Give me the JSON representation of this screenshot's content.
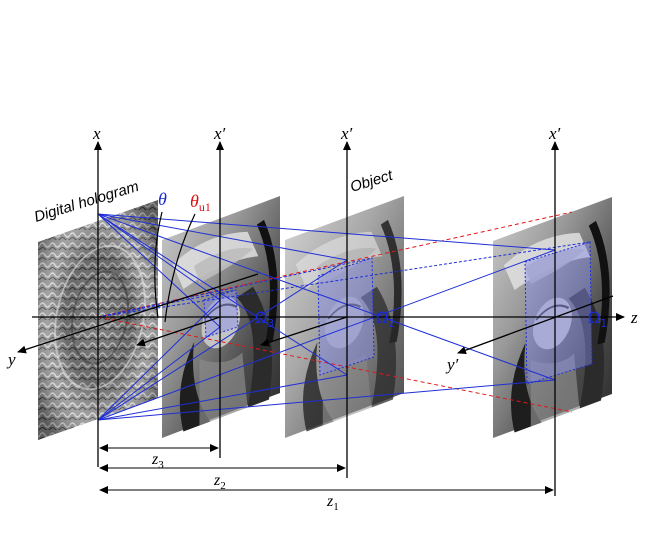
{
  "diagram": {
    "labels": {
      "digital_hologram": "Digital hologram",
      "object": "Object",
      "theta": "θ",
      "theta_u1_main": "θ",
      "theta_u1_sub": "u1",
      "axis_x": "x",
      "axis_x_prime_1": "x′",
      "axis_x_prime_2": "x′",
      "axis_x_prime_3": "x′",
      "axis_y": "y",
      "axis_y_prime": "y′",
      "axis_z": "z",
      "omega_1_main": "Ω",
      "omega_1_sub": "1",
      "omega_2_main": "Ω",
      "omega_2_sub": "2",
      "omega_3_main": "Ω",
      "omega_3_sub": "3",
      "z1_main": "z",
      "z1_sub": "1",
      "z2_main": "z",
      "z2_sub": "2",
      "z3_main": "z",
      "z3_sub": "3"
    },
    "colors": {
      "axis": "#000000",
      "ray_blue": "#1f2fd6",
      "ray_red": "#e01818",
      "omega_fill": "#8a8ef0",
      "label_blue": "#1a2bd0",
      "label_red": "#e01010"
    }
  }
}
